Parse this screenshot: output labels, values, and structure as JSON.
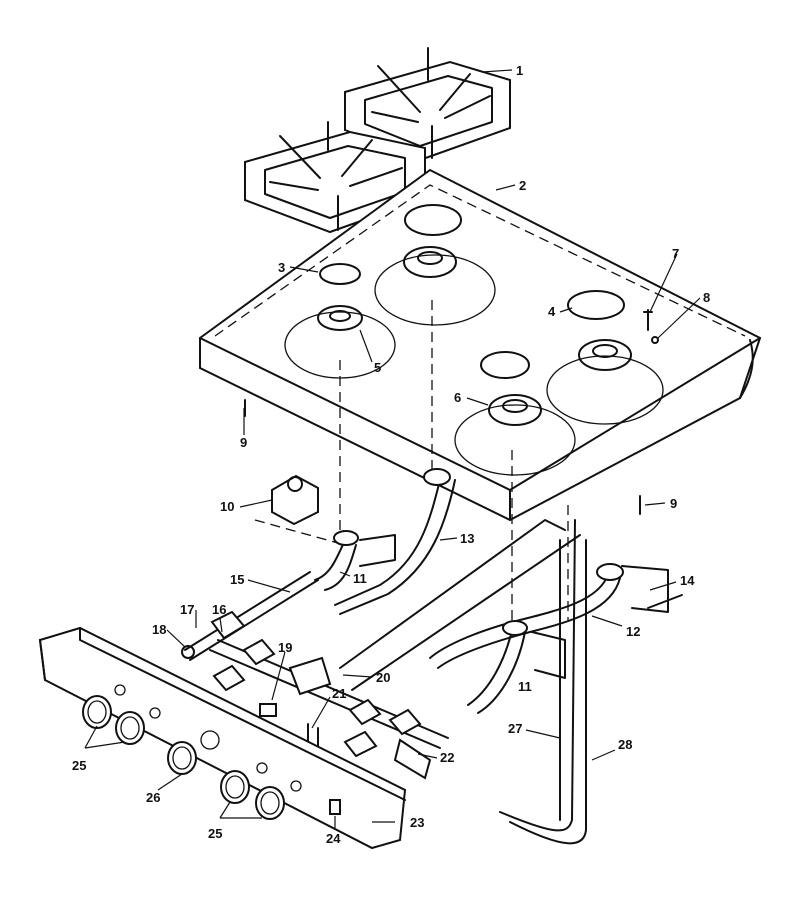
{
  "callouts": {
    "c1": "1",
    "c2": "2",
    "c3": "3",
    "c4": "4",
    "c5": "5",
    "c6": "6",
    "c7": "7",
    "c8": "8",
    "c9a": "9",
    "c9b": "9",
    "c10": "10",
    "c11a": "11",
    "c11b": "11",
    "c12": "12",
    "c13": "13",
    "c14": "14",
    "c15": "15",
    "c16": "16",
    "c17": "17",
    "c18": "18",
    "c19": "19",
    "c20": "20",
    "c21": "21",
    "c22": "22",
    "c23": "23",
    "c24": "24",
    "c25a": "25",
    "c25b": "25",
    "c26": "26",
    "c27": "27",
    "c28": "28"
  }
}
